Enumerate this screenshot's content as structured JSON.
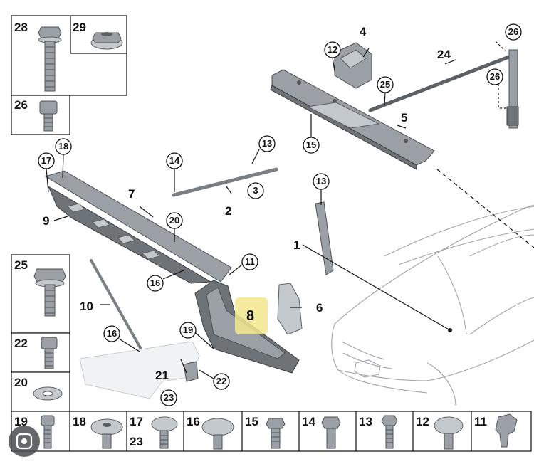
{
  "diagram": {
    "parts_left_column": [
      {
        "id": "28"
      },
      {
        "id": "29"
      },
      {
        "id": "26"
      },
      {
        "id": "25"
      },
      {
        "id": "22"
      },
      {
        "id": "20"
      }
    ],
    "parts_bottom_row": [
      {
        "id": "19"
      },
      {
        "id": "18"
      },
      {
        "id": "17",
        "extra": "23"
      },
      {
        "id": "16"
      },
      {
        "id": "15"
      },
      {
        "id": "14"
      },
      {
        "id": "13"
      },
      {
        "id": "12"
      },
      {
        "id": "11"
      }
    ],
    "callouts": {
      "p1": "1",
      "p2": "2",
      "p3": "3",
      "p4": "4",
      "p5": "5",
      "p6": "6",
      "p7": "7",
      "p8": "8",
      "p9": "9",
      "p10": "10",
      "p11": "11",
      "p12": "12",
      "p13a": "13",
      "p13b": "13",
      "p14": "14",
      "p15": "15",
      "p16a": "16",
      "p16b": "16",
      "p17": "17",
      "p18": "18",
      "p19": "19",
      "p20": "20",
      "p21": "21",
      "p22": "22",
      "p23": "23",
      "p24": "24",
      "p25": "25",
      "p26a": "26",
      "p26b": "26"
    },
    "colors": {
      "highlight": "#f3e88e",
      "metal": "#9aa0a6",
      "line": "#111111"
    }
  }
}
